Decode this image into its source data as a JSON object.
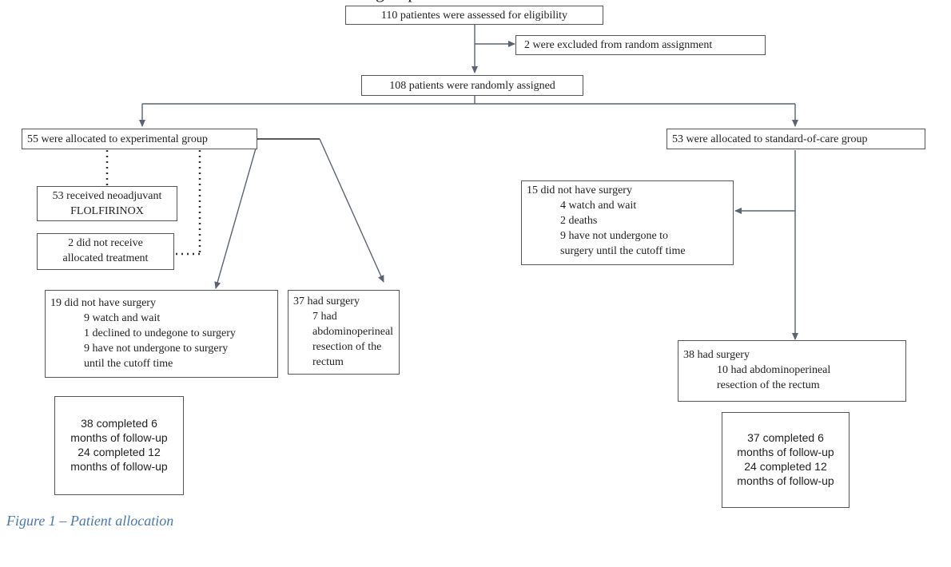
{
  "title_fragment": "group",
  "nodes": {
    "assessed": "110 patientes were assessed for eligibility",
    "excluded": "2 were excluded from random assignment",
    "randomized": "108 patients were randomly assigned",
    "experimental": "55 were allocated to experimental group",
    "standard": "53 were allocated to standard-of-care group",
    "neoadjuvant": [
      "53 received neoadjuvant",
      "FLOLFIRINOX"
    ],
    "not_received": [
      "2 did not receive",
      "allocated treatment"
    ],
    "exp_no_surgery": {
      "title": "19 did not have surgery",
      "items": [
        "9 watch and wait",
        "1 declined to undegone to surgery",
        "9 have not undergone to surgery"
      ],
      "tail": "until the cutoff time"
    },
    "exp_surgery": {
      "title": "37 had surgery",
      "items": [
        "7 had",
        "abdominoperineal",
        "resection of the",
        "rectum"
      ]
    },
    "exp_followup": [
      "38 completed 6",
      "months of follow-up",
      "24 completed 12",
      "months of follow-up"
    ],
    "soc_no_surgery": {
      "title": "15 did not have surgery",
      "items": [
        "4 watch and wait",
        "2 deaths",
        "9 have not undergone to"
      ],
      "tail": "surgery until the cutoff time"
    },
    "soc_surgery": {
      "title": "38 had surgery",
      "items": [
        "10 had abdominoperineal"
      ],
      "tail": "resection of the rectum"
    },
    "soc_followup": [
      "37 completed 6",
      "months of follow-up",
      "24 completed 12",
      "months of follow-up"
    ]
  },
  "caption": "Figure 1 – Patient allocation",
  "colors": {
    "connector": "#5b6470",
    "border": "#555555",
    "caption": "#4a78b0"
  }
}
